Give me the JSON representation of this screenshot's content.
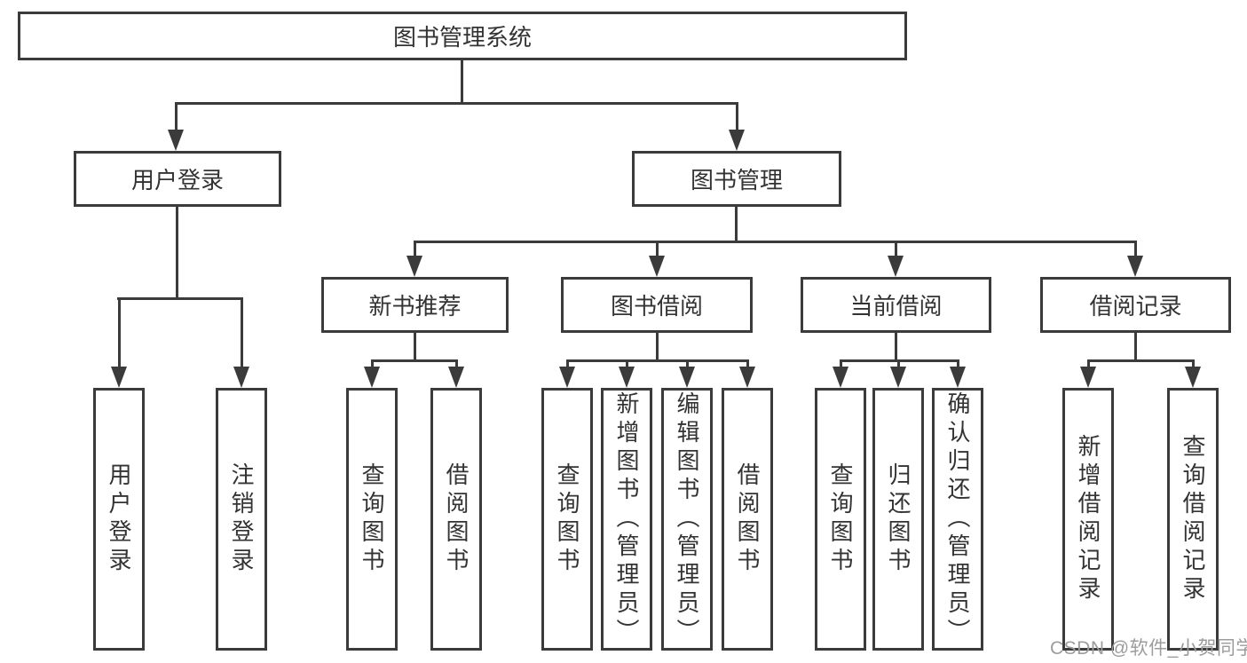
{
  "diagram": {
    "root": {
      "label": "图书管理系统"
    },
    "level1": [
      {
        "label": "用户登录"
      },
      {
        "label": "图书管理"
      }
    ],
    "level2": [
      {
        "label": "新书推荐"
      },
      {
        "label": "图书借阅"
      },
      {
        "label": "当前借阅"
      },
      {
        "label": "借阅记录"
      }
    ],
    "leaves": {
      "user_login": [
        "用户登录",
        "注销登录"
      ],
      "new_books": [
        "查询图书",
        "借阅图书"
      ],
      "borrow": [
        "查询图书",
        "新增图书（管理员）",
        "编辑图书（管理员）",
        "借阅图书"
      ],
      "current": [
        "查询图书",
        "归还图书",
        "确认归还（管理员）"
      ],
      "records": [
        "新增借阅记录",
        "查询借阅记录"
      ]
    }
  },
  "watermark": {
    "text": "CSDN @软件_小贺同学"
  },
  "colors": {
    "line": "#3b3b3b",
    "text": "#333333",
    "watermark": "#9c9c9c",
    "background": "#ffffff"
  }
}
